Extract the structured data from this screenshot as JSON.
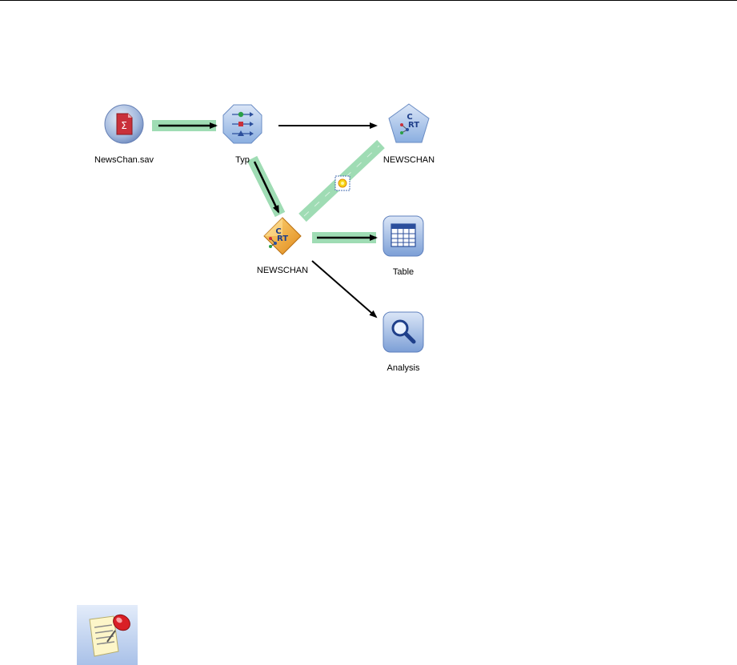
{
  "stream": {
    "nodes": {
      "source": {
        "label": "NewsChan.sav"
      },
      "type": {
        "label": "Typ"
      },
      "crt_modeling": {
        "label": "NEWSCHAN"
      },
      "crt_model": {
        "label": "NEWSCHAN"
      },
      "table": {
        "label": "Table"
      },
      "analysis": {
        "label": "Analysis"
      }
    }
  },
  "colors": {
    "highlight": "#9fdcb4",
    "arrow": "#000000",
    "source_node": "#c9303a",
    "node_blue": "#8aaee0",
    "model_gold": "#f0a62a"
  },
  "annotation": {
    "icon": "pushpin-note-icon"
  }
}
